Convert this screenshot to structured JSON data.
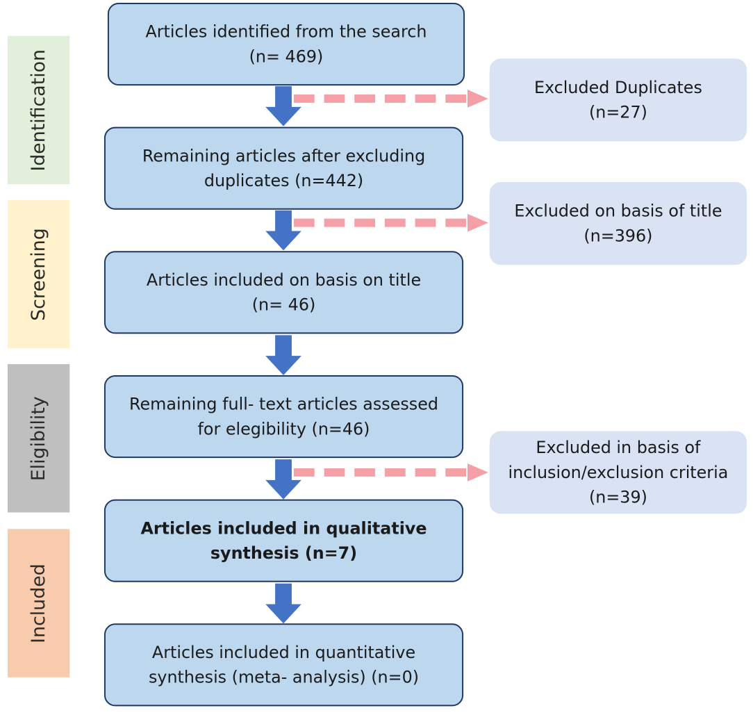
{
  "phases": [
    {
      "id": "identification",
      "label": "Identification",
      "color": "#e2efda"
    },
    {
      "id": "screening",
      "label": "Screening",
      "color": "#fff2cc"
    },
    {
      "id": "eligibility",
      "label": "Eligibility",
      "color": "#bfbfbf"
    },
    {
      "id": "included",
      "label": "Included",
      "color": "#f8cbad"
    }
  ],
  "main_steps": [
    {
      "lines": [
        "Articles identified from the search",
        "(n= 469)"
      ]
    },
    {
      "lines": [
        "Remaining articles after excluding",
        "duplicates (n=442)"
      ]
    },
    {
      "lines": [
        "Articles included on basis on title",
        "(n= 46)"
      ]
    },
    {
      "lines": [
        "Remaining full- text articles assessed",
        "for elegibility (n=46)"
      ]
    },
    {
      "lines": [
        "Articles included in qualitative",
        "synthesis (n=7)"
      ]
    },
    {
      "lines": [
        "Articles included in quantitative",
        "synthesis (meta- analysis) (n=0)"
      ]
    }
  ],
  "exclusions": [
    {
      "lines": [
        "Excluded Duplicates",
        "(n=27)"
      ]
    },
    {
      "lines": [
        "Excluded on basis of title",
        "(n=396)"
      ]
    },
    {
      "lines": [
        "Excluded in basis of",
        "inclusion/exclusion criteria",
        "(n=39)"
      ]
    }
  ],
  "colors": {
    "main_fill": "#bdd7ee",
    "main_border": "#203864",
    "exclusion_fill": "#dae3f3",
    "down_arrow": "#4472c4",
    "dashed_arrow": "#f4a0a6"
  }
}
